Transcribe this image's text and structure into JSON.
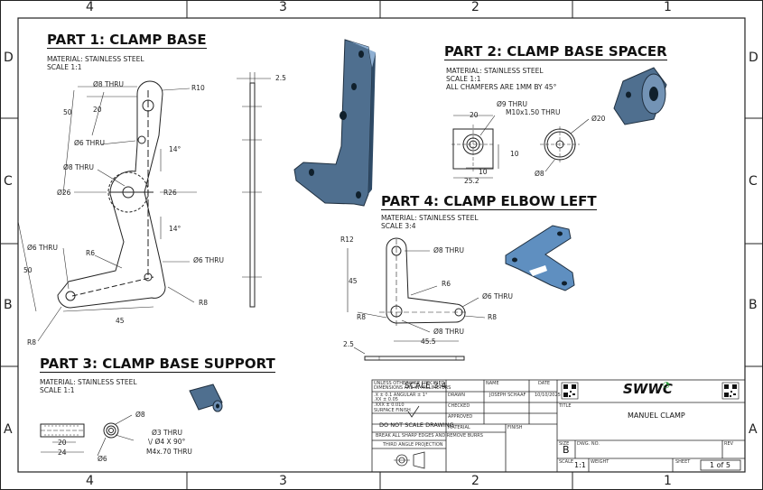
{
  "zones": {
    "columns": [
      "4",
      "3",
      "2",
      "1"
    ],
    "rows": [
      "D",
      "C",
      "B",
      "A"
    ]
  },
  "part1": {
    "title": "PART 1: CLAMP BASE",
    "material": "MATERIAL: STAINLESS STEEL",
    "scale": "SCALE 1:1",
    "dims": {
      "d8_thru_top": "Ø8 THRU",
      "r10": "R10",
      "d50_top": "50",
      "d20": "20",
      "d6_thru_mid": "Ø6 THRU",
      "angle14_top": "14°",
      "d8_thru_mid": "Ø8 THRU",
      "d26": "Ø26",
      "r26": "R26",
      "angle14_bottom": "14°",
      "d6_thru_left": "Ø6 THRU",
      "r6": "R6",
      "d6_thru_right": "Ø6 THRU",
      "d50_bottom": "50",
      "r8_right": "R8",
      "d45": "45",
      "r8_left": "R8",
      "thickness": "2.5"
    }
  },
  "part2": {
    "title": "PART 2: CLAMP BASE SPACER",
    "material": "MATERIAL: STAINLESS STEEL",
    "scale": "SCALE 1:1",
    "note": "ALL CHAMFERS ARE 1MM BY 45°",
    "dims": {
      "d20": "20",
      "d9_thru": "Ø9 THRU",
      "thread": "M10x1.50 THRU",
      "dia20": "Ø20",
      "d10_side": "10",
      "d10_bottom": "10",
      "d25_2": "25.2",
      "dia8": "Ø8"
    }
  },
  "part3": {
    "title": "PART 3: CLAMP BASE SUPPORT",
    "material": "MATERIAL: STAINLESS STEEL",
    "scale": "SCALE 1:1",
    "dims": {
      "d20": "20",
      "d24": "24",
      "dia8": "Ø8",
      "d3_thru": "Ø3 THRU",
      "csk": "\\/ Ø4 X 90°",
      "thread": "M4x.70 THRU",
      "dia6": "Ø6"
    }
  },
  "part4": {
    "title": "PART 4: CLAMP ELBOW LEFT",
    "material": "MATERIAL: STAINLESS STEEL",
    "scale": "SCALE 3:4",
    "dims": {
      "r12": "R12",
      "d8_thru_top": "Ø8 THRU",
      "d45": "45",
      "r6": "R6",
      "d6_thru": "Ø6 THRU",
      "r8_left": "R8",
      "r8_right": "R8",
      "d8_thru_bottom": "Ø8 THRU",
      "d45_5": "45.5",
      "thickness": "2.5"
    }
  },
  "title_block": {
    "scale_stamp": "SCALE 3:4",
    "tolerance_lines": [
      "UNLESS OTHERWISE SPECIFIED",
      "DIMENSIONS ARE IN MILLIMETERS",
      ".X ± 0.1   ANGULAR ± 1°",
      ".XX ± 0.05",
      ".XXX ± 0.010"
    ],
    "surface_finish": "SURFACE FINISH",
    "do_not_scale": "DO NOT SCALE DRAWING",
    "break_edges": "BREAK ALL SHARP EDGES AND REMOVE BURRS",
    "projection": "THIRD ANGLE PROJECTION",
    "name_header": "NAME",
    "date_header": "DATE",
    "drawn": "DRAWN",
    "drawn_name": "JOSEPH SCHAAF",
    "drawn_date": "10/10/2025",
    "checked": "CHECKED",
    "approved": "APPROVED",
    "material": "MATERIAL",
    "finish": "FINISH",
    "logo": "SWWC",
    "title_label": "TITLE",
    "title": "MANUEL CLAMP",
    "size_label": "SIZE",
    "size": "B",
    "dwg_no_label": "DWG. NO.",
    "rev_label": "REV",
    "scale_label": "SCALE",
    "scale": "1:1",
    "weight_label": "WEIGHT",
    "sheet_label": "SHEET",
    "sheet": "1 of 5"
  },
  "colors": {
    "part_fill": "#4f6f8f",
    "part_light": "#6f8fb3",
    "part4_fill": "#5f8fc0"
  }
}
